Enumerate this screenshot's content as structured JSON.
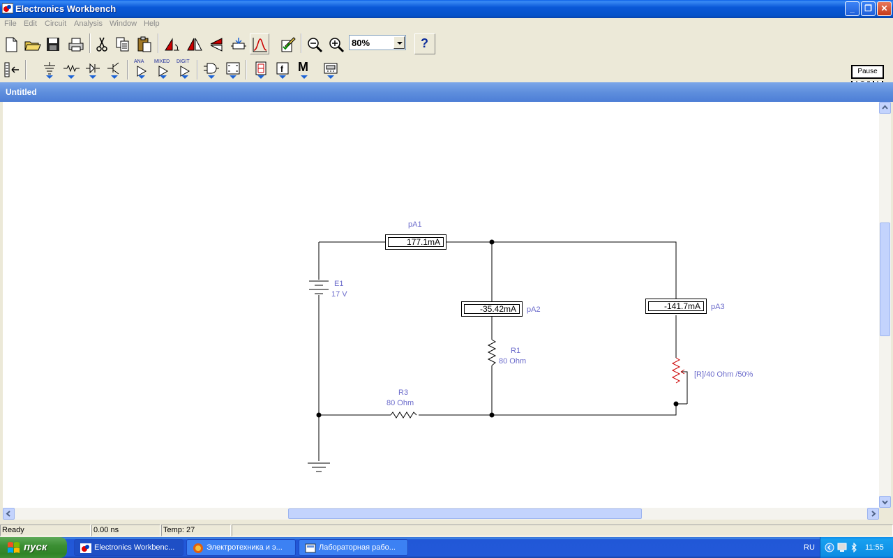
{
  "window": {
    "title": "Electronics Workbench"
  },
  "menu": [
    "File",
    "Edit",
    "Circuit",
    "Analysis",
    "Window",
    "Help"
  ],
  "toolbar": {
    "zoom_value": "80%",
    "help_label": "?",
    "parts_bins": [
      "ANA",
      "MIXED",
      "DIGIT"
    ],
    "misc_bin_label": "M",
    "pause_label": "Pause",
    "power_label": "O I"
  },
  "document": {
    "title": "Untitled"
  },
  "circuit": {
    "source": {
      "name": "E1",
      "value": "17 V"
    },
    "ammeters": [
      {
        "name": "pA1",
        "reading": "177.1mA"
      },
      {
        "name": "pA2",
        "reading": "-35.42mA"
      },
      {
        "name": "pA3",
        "reading": "-141.7mA"
      }
    ],
    "resistors": [
      {
        "name": "R1",
        "value": "80  Ohm"
      },
      {
        "name": "R3",
        "value": "80  Ohm"
      }
    ],
    "potentiometer": {
      "label": "[R]/40  Ohm /50%"
    }
  },
  "status": {
    "state": "Ready",
    "time": "0.00 ns",
    "temp": "Temp:  27"
  },
  "taskbar": {
    "start_label": "пуск",
    "tasks": [
      "Electronics Workbenc...",
      "Электротехника и э...",
      "Лабораторная рабо..."
    ],
    "lang": "RU",
    "clock": "11:55"
  },
  "colors": {
    "schematic_label": "#6b6bcb",
    "potentiometer": "#cc0000",
    "titlebar": "#0a58d8"
  }
}
